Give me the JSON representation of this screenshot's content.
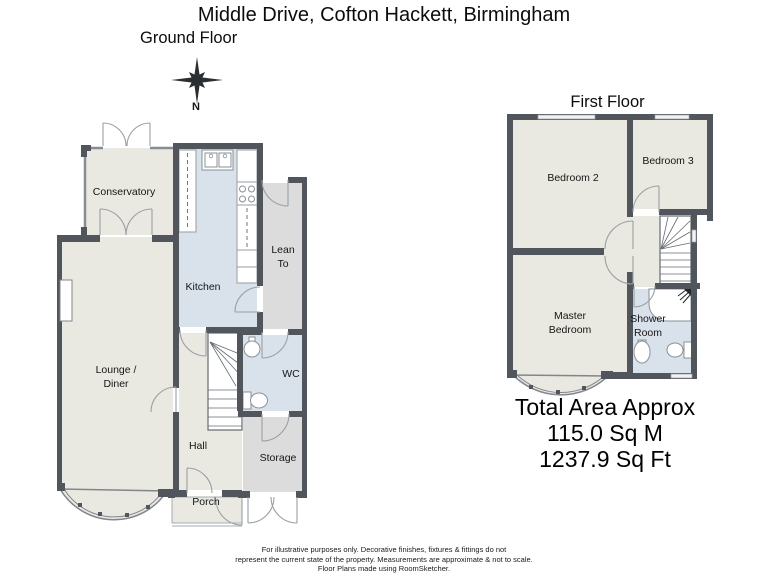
{
  "title": "Middle Drive, Cofton Hackett, Birmingham",
  "ground_floor": {
    "label": "Ground Floor",
    "compass_label": "N",
    "rooms": {
      "conservatory": "Conservatory",
      "lounge_line1": "Lounge /",
      "lounge_line2": "Diner",
      "kitchen": "Kitchen",
      "lean_to_line1": "Lean",
      "lean_to_line2": "To",
      "wc": "WC",
      "hall": "Hall",
      "storage": "Storage",
      "porch": "Porch"
    }
  },
  "first_floor": {
    "label": "First Floor",
    "rooms": {
      "bedroom2": "Bedroom 2",
      "bedroom3": "Bedroom 3",
      "master_line1": "Master",
      "master_line2": "Bedroom",
      "shower_line1": "Shower",
      "shower_line2": "Room"
    }
  },
  "total_area": {
    "line1": "Total Area Approx",
    "line2": "115.0 Sq M",
    "line3": "1237.9 Sq Ft"
  },
  "disclaimer": {
    "line1": "For illustrative purposes only. Decorative finishes, fixtures & fittings do not",
    "line2": "represent the current state of the property. Measurements are approximate & not to scale.",
    "line3": "Floor Plans made using RoomSketcher."
  },
  "colors": {
    "wall": "#51565c",
    "room_beige": "#e9e9e1",
    "room_blue": "#d9e1eb",
    "room_gray": "#dcdcdc",
    "fixture_stroke": "#8a9096",
    "door_arc": "#9aa0a6"
  }
}
